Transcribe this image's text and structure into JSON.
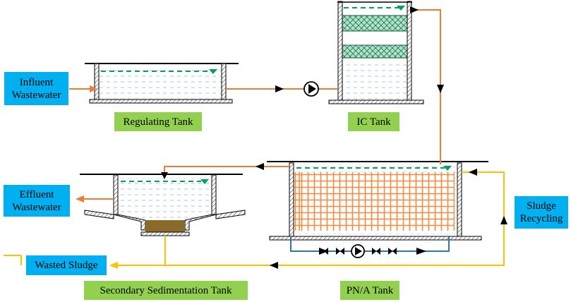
{
  "labels": {
    "influent": "Influent\nWastewater",
    "regulating": "Regulating Tank",
    "ic": "IC Tank",
    "effluent": "Effluent\nWastewater",
    "sludge_recycling": "Sludge\nRecycling",
    "wasted_sludge": "Wasted Sludge",
    "secondary": "Secondary Sedimentation Tank",
    "pna": "PN/A Tank"
  },
  "colors": {
    "label_blue": "#00b0f0",
    "label_green": "#92d050",
    "flow_orange": "#ed7d31",
    "flow_yellow": "#ffc000",
    "flow_blue": "#2e75b6",
    "water_line": "#00a060",
    "carrier_fill": "#a9e6c9",
    "sludge": "#8a6a2a"
  },
  "icons": [
    "pump-icon",
    "valve-icon",
    "arrow-icon",
    "water-level-icon"
  ]
}
